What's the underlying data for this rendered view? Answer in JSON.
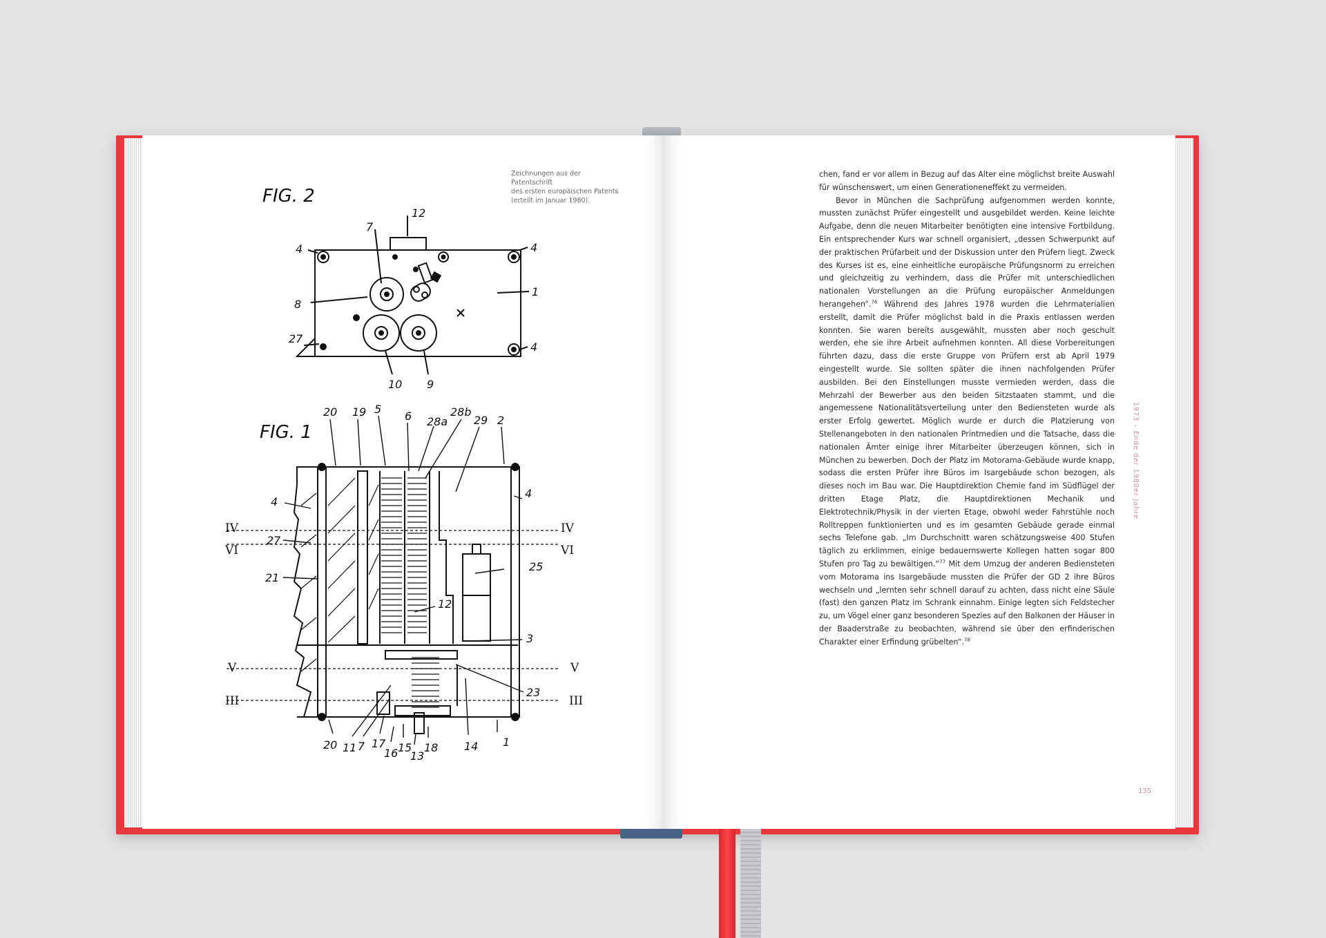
{
  "left_page": {
    "caption": "Zeichnungen aus der Patentschrift\ndes ersten europäischen Patents\n(erteilt im Januar 1980).",
    "figure2": {
      "title": "FIG. 2",
      "labels": [
        "12",
        "7",
        "4",
        "4",
        "8",
        "1",
        "27",
        "4",
        "10",
        "9"
      ]
    },
    "figure1": {
      "title": "FIG. 1",
      "top_labels": [
        "20",
        "19",
        "5",
        "6",
        "28a",
        "28b",
        "29",
        "2"
      ],
      "side_labels": [
        "4",
        "4",
        "27",
        "21",
        "25",
        "12",
        "3",
        "23"
      ],
      "section_marks": [
        "IV",
        "VI",
        "IV",
        "VI",
        "V",
        "V",
        "III",
        "III"
      ],
      "bottom_labels": [
        "20",
        "11",
        "7",
        "17",
        "16",
        "15",
        "13",
        "18",
        "14",
        "1"
      ]
    }
  },
  "right_page": {
    "paragraph1": "chen, fand er vor allem in Bezug auf das Alter eine möglichst breite Auswahl für wünschenswert, um einen Generationeneffekt zu vermeiden.",
    "paragraph2_a": "Bevor in München die Sachprüfung aufgenommen werden konnte, mussten zunächst Prüfer eingestellt und ausgebildet werden. Keine leichte Aufgabe, denn die neuen Mitarbeiter benötigten eine intensive Fortbildung. Ein entsprechender Kurs war schnell organisiert, „dessen Schwerpunkt auf der praktischen Prüfarbeit und der Diskussion unter den Prüfern liegt. Zweck des Kurses ist es, eine einheitliche europäische Prüfungsnorm zu erreichen und gleichzeitig zu verhindern, dass die Prüfer mit unterschiedlichen nationalen Vorstellungen an die Prüfung europäischer Anmeldungen herangehen“.",
    "footnote_76": "76",
    "paragraph2_b": " Während des Jahres 1978 wurden die Lehrmaterialien erstellt, damit die Prüfer möglichst bald in die Praxis entlassen werden konnten. Sie waren bereits ausgewählt, mussten aber noch geschult werden, ehe sie ihre Arbeit aufnehmen konnten. All diese Vorbereitungen führten dazu, dass die erste Gruppe von Prüfern erst ab April 1979 eingestellt wurde. Sie sollten später die ihnen nachfolgenden Prüfer ausbilden. Bei den Einstellungen musste vermieden werden, dass die Mehrzahl der Bewerber aus den beiden Sitzstaaten stammt, und die angemessene Nationalitätsverteilung unter den Bediensteten wurde als erster Erfolg gewertet. Möglich wurde er durch die Platzierung von Stellenangeboten in den nationalen Printmedien und die Tatsache, dass die nationalen Ämter einige ihrer Mitarbeiter überzeugen können, sich in München zu bewerben. Doch der Platz im Motorama-Gebäude wurde knapp, sodass die ersten Prüfer ihre Büros im Isargebäude schon bezogen, als dieses noch im Bau war. Die Hauptdirektion Chemie fand im Südflügel der dritten Etage Platz, die Hauptdirektionen Mechanik und Elektrotechnik/Physik in der vierten Etage, obwohl weder Fahrstühle noch Rolltreppen funktionierten und es im gesamten Gebäude gerade einmal sechs Telefone gab. „Im Durchschnitt waren schätzungsweise 400 Stufen täglich zu erklimmen, einige bedauernswerte Kollegen hatten sogar 800 Stufen pro Tag zu bewältigen.“",
    "footnote_77": "77",
    "paragraph2_c": " Mit dem Umzug der anderen Bediensteten vom Motorama ins Isargebäude mussten die Prüfer der GD 2 ihre Büros wechseln und „lernten sehr schnell darauf zu achten, dass nicht eine Säule (fast) den ganzen Platz im Schrank einnahm. Einige legten sich Feldstecher zu, um Vögel einer ganz besonderen Spezies auf den Balkonen der Häuser in der Baaderstraße zu beobachten, während sie über den erfinderischen Charakter einer Erfindung grübelten“.",
    "footnote_78": "78",
    "running_head": "1973 – Ende der 1980er Jahre",
    "page_number": "135"
  },
  "colors": {
    "cover": "#e8383d",
    "background": "#e3e3e3",
    "accent_text": "#d88a9a"
  }
}
